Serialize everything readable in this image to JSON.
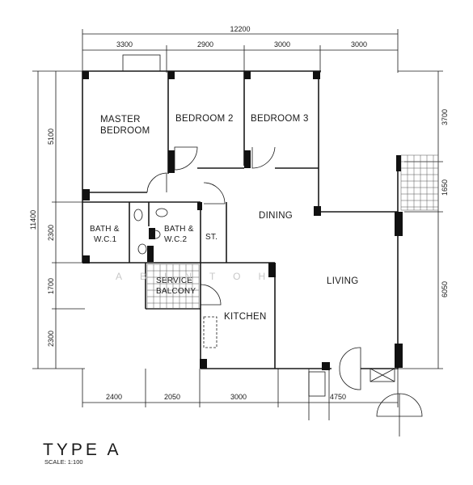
{
  "dimensions": {
    "top_total": "12200",
    "top_segments": [
      "3300",
      "2900",
      "3000",
      "3000"
    ],
    "left_total": "11400",
    "left_segments": [
      "5100",
      "2300",
      "1700",
      "2300"
    ],
    "right_segments": [
      "3700",
      "1650",
      "6050"
    ],
    "bottom_segments": [
      "2400",
      "2050",
      "3000",
      "4750"
    ]
  },
  "rooms": {
    "master_bedroom_line1": "MASTER",
    "master_bedroom_line2": "BEDROOM",
    "bedroom_2": "BEDROOM 2",
    "bedroom_3": "BEDROOM 3",
    "bath1_line1": "BATH &",
    "bath1_line2": "W.C.1",
    "bath2_line1": "BATH &",
    "bath2_line2": "W.C.2",
    "store": "ST.",
    "dining": "DINING",
    "service_balcony_line1": "SERVICE",
    "service_balcony_line2": "BALCONY",
    "living": "LIVING",
    "kitchen": "KITCHEN"
  },
  "watermark": "ABINTOH",
  "title": "TYPE A",
  "scale": "SCALE: 1:100"
}
